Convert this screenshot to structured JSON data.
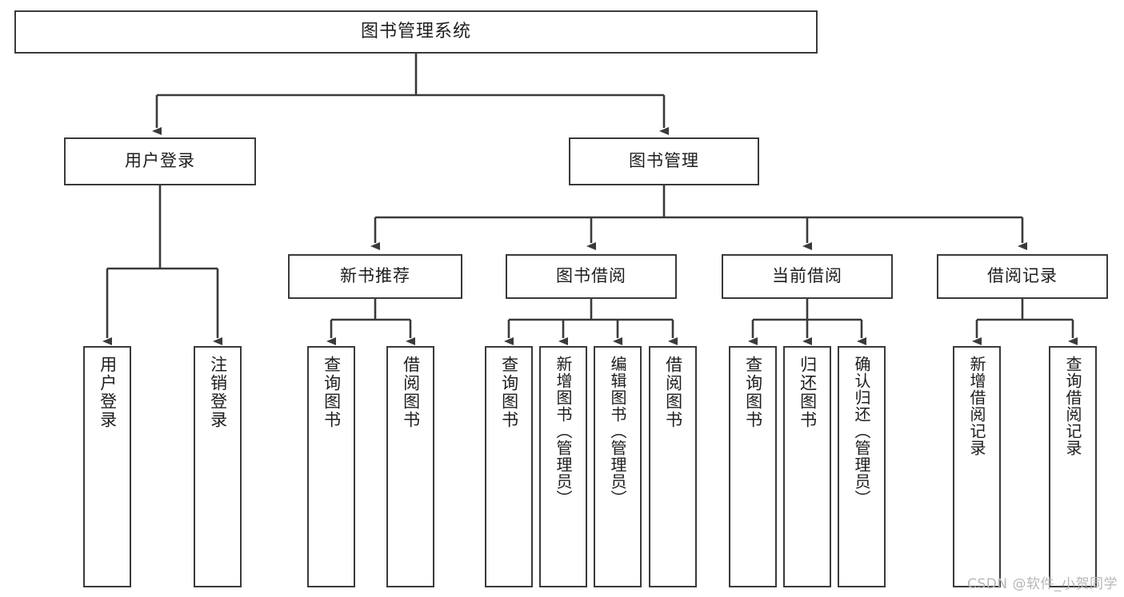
{
  "diagram": {
    "title": "图书管理系统",
    "root": {
      "label": "图书管理系统"
    },
    "level2": [
      {
        "label": "用户登录"
      },
      {
        "label": "图书管理"
      }
    ],
    "level3": [
      {
        "label": "新书推荐"
      },
      {
        "label": "图书借阅"
      },
      {
        "label": "当前借阅"
      },
      {
        "label": "借阅记录"
      }
    ],
    "leaves": {
      "user_login": [
        {
          "label": "用户登录"
        },
        {
          "label": "注销登录"
        }
      ],
      "new_book_recommend": [
        {
          "label": "查询图书"
        },
        {
          "label": "借阅图书"
        }
      ],
      "book_borrow": [
        {
          "label": "查询图书"
        },
        {
          "label": "新增图书（管理员）"
        },
        {
          "label": "编辑图书（管理员）"
        },
        {
          "label": "借阅图书"
        }
      ],
      "current_borrow": [
        {
          "label": "查询图书"
        },
        {
          "label": "归还图书"
        },
        {
          "label": "确认归还（管理员）"
        }
      ],
      "borrow_record": [
        {
          "label": "新增借阅记录"
        },
        {
          "label": "查询借阅记录"
        }
      ]
    }
  },
  "watermark": "CSDN @软件_小贺同学",
  "colors": {
    "border": "#3a3a3a",
    "text": "#1d1d1d",
    "background": "#ffffff",
    "watermark": "#b6b6b6"
  }
}
